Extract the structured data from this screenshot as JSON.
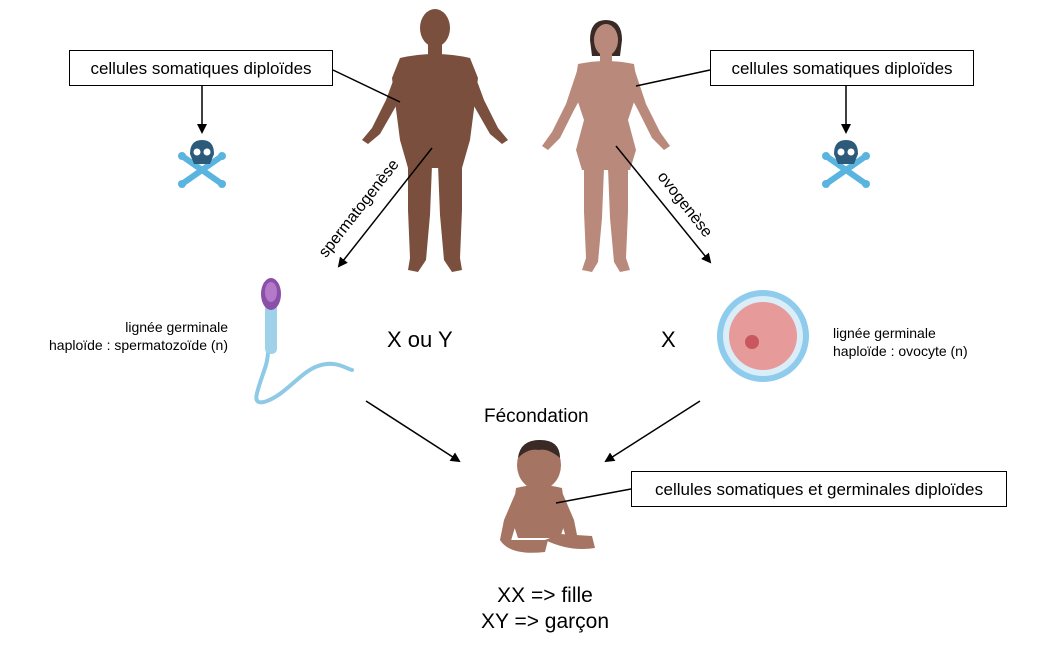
{
  "boxes": {
    "male_somatic": "cellules somatiques diploïdes",
    "female_somatic": "cellules somatiques diploïdes",
    "baby_cells": "cellules somatiques et germinales diploïdes"
  },
  "processes": {
    "male": "spermatogenèse",
    "female": "ovogenèse"
  },
  "sperm": {
    "line1": "lignée germinale",
    "line2": "haploïde : spermatozoïde (n)",
    "chromosome": "X ou Y"
  },
  "egg": {
    "line1": "lignée germinale",
    "line2": "haploïde : ovocyte (n)",
    "chromosome": "X"
  },
  "fertilization": "Fécondation",
  "outcome": {
    "girl": "XX => fille",
    "boy": "XY => garçon"
  },
  "colors": {
    "skull": "#2b5a7a",
    "bones": "#5ab4e0",
    "male_skin": "#7a4f3e",
    "female_skin": "#b98a7b",
    "baby_skin": "#a67462",
    "sperm_head": "#8a4fa6",
    "sperm_tail": "#8ec9e6",
    "egg_outer": "#8fcbec",
    "egg_inner": "#e79a9a"
  },
  "icons": [
    "skull-crossbones-icon",
    "skull-crossbones-icon"
  ]
}
